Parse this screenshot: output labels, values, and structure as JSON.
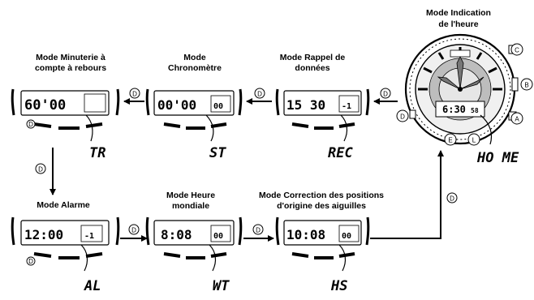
{
  "btn_d": "D",
  "modes": {
    "countdown": {
      "label_1": "Mode Minuterie à",
      "label_2": "compte à rebours",
      "lcd_main": "60'00",
      "code": "TR"
    },
    "stopwatch": {
      "label_1": "Mode",
      "label_2": "Chronomètre",
      "lcd_main": "00'00",
      "lcd_sub": "00",
      "code": "ST"
    },
    "recall": {
      "label_1": "Mode Rappel de",
      "label_2": "données",
      "lcd_main": "15 30",
      "lcd_sub": "-1",
      "code": "REC"
    },
    "timekeeping": {
      "label_1": "Mode Indication",
      "label_2": "de l'heure",
      "lcd_main": "6:30",
      "lcd_sub": "58",
      "code": "HO ME"
    },
    "alarm": {
      "label_1": "Mode Alarme",
      "lcd_main": "12:00",
      "lcd_sub": "-1",
      "code": "AL"
    },
    "worldtime": {
      "label_1": "Mode Heure",
      "label_2": "mondiale",
      "lcd_main": "8:08",
      "lcd_sub": "00",
      "code": "WT"
    },
    "hand_correction": {
      "label_1": "Mode Correction des positions",
      "label_2": "d'origine des aiguilles",
      "lcd_main": "10:08",
      "lcd_sub": "00",
      "code": "HS"
    }
  },
  "watch_buttons": {
    "a": "A",
    "b": "B",
    "c": "C",
    "d": "D",
    "e": "E",
    "l": "L"
  }
}
